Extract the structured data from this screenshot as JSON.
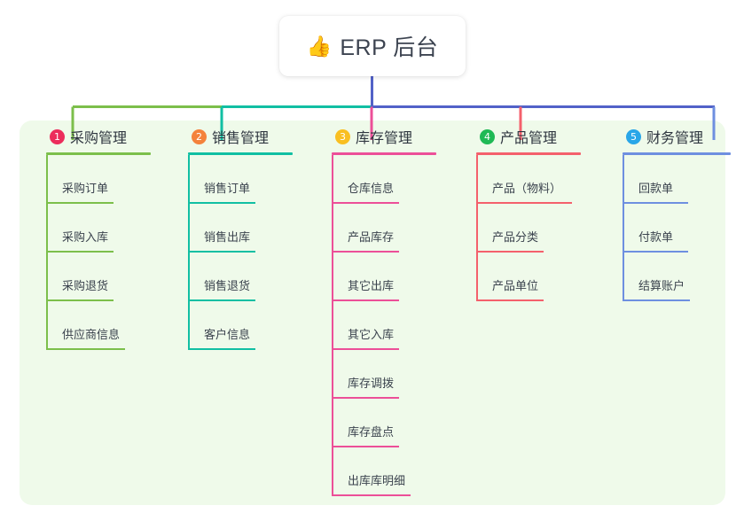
{
  "root": {
    "icon": "thumbs-up-icon",
    "icon_glyph": "👍",
    "label": "ERP 后台"
  },
  "palette": {
    "panel_bg": "#effaea",
    "card_bg": "#ffffff",
    "text": "#3b434e",
    "trunk": "#5262c8",
    "bar_left": "#7cbf4b",
    "bar_mid": "#11bfa3",
    "bar_right": "#5262c8"
  },
  "columns": [
    {
      "index": "1",
      "title": "采购管理",
      "badge_color": "#ec2d5c",
      "line_color": "#7cbf4b",
      "items": [
        "采购订单",
        "采购入库",
        "采购退货",
        "供应商信息"
      ]
    },
    {
      "index": "2",
      "title": "销售管理",
      "badge_color": "#f4823c",
      "line_color": "#11bfa3",
      "items": [
        "销售订单",
        "销售出库",
        "销售退货",
        "客户信息"
      ]
    },
    {
      "index": "3",
      "title": "库存管理",
      "badge_color": "#f9bf21",
      "line_color": "#ec4f98",
      "items": [
        "仓库信息",
        "产品库存",
        "其它出库",
        "其它入库",
        "库存调拨",
        "库存盘点",
        "出库库明细"
      ]
    },
    {
      "index": "4",
      "title": "产品管理",
      "badge_color": "#1fb955",
      "line_color": "#f4606c",
      "items": [
        "产品（物料）",
        "产品分类",
        "产品单位"
      ]
    },
    {
      "index": "5",
      "title": "财务管理",
      "badge_color": "#29a6e8",
      "line_color": "#6e8fe0",
      "items": [
        "回款单",
        "付款单",
        "结算账户"
      ]
    }
  ]
}
